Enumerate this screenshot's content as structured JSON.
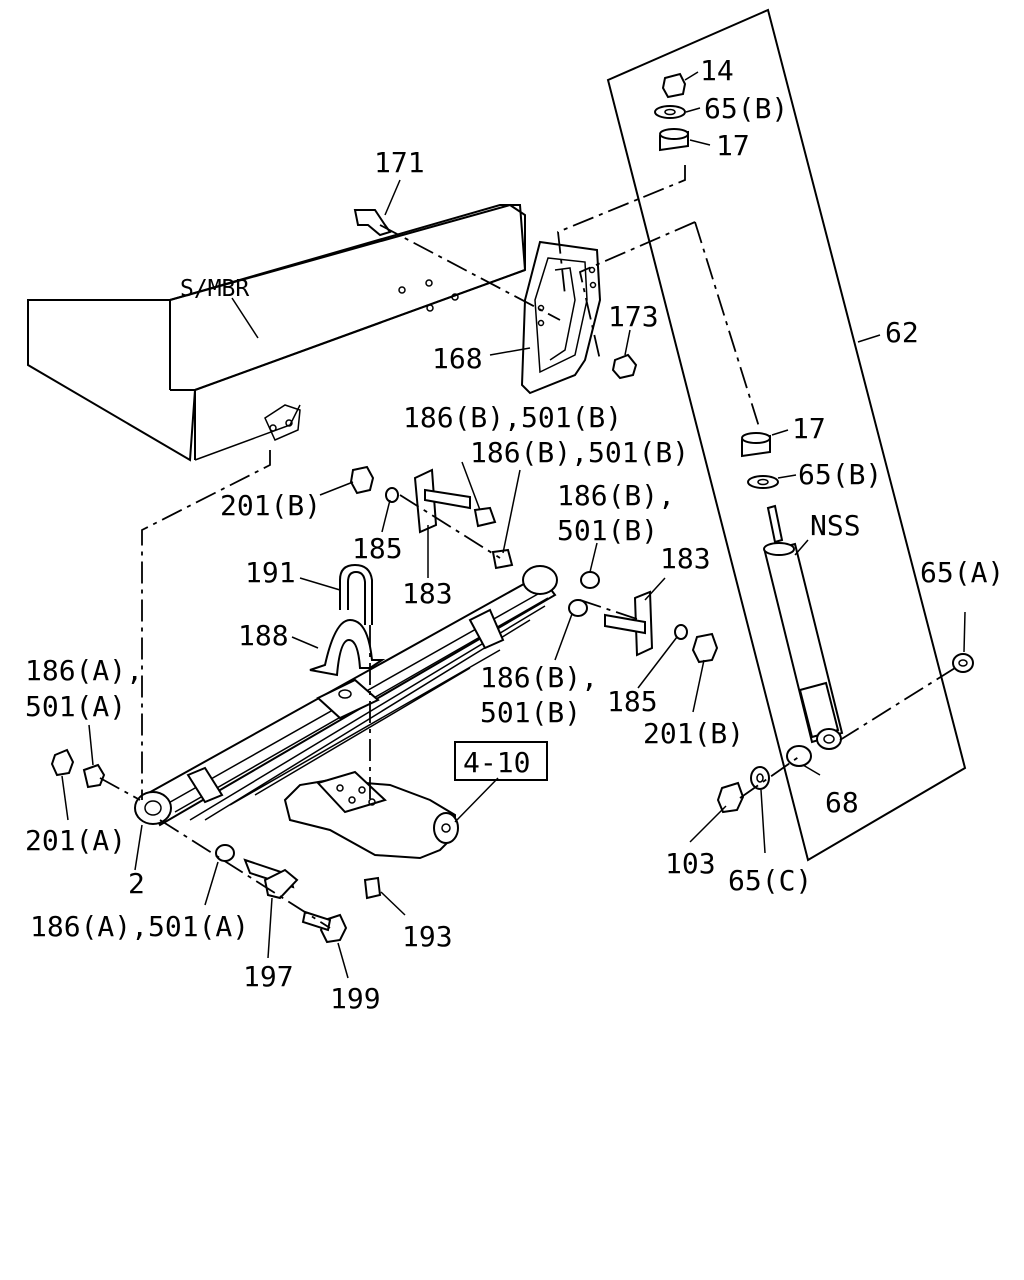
{
  "labels": {
    "p14": "14",
    "p65b_top": "65(B)",
    "p17_top": "17",
    "p171": "171",
    "smbr": "S/MBR",
    "p173": "173",
    "p168": "168",
    "p62": "62",
    "p17_mid": "17",
    "p65b_mid": "65(B)",
    "nss": "NSS",
    "p186b_501b_1": "186(B),501(B)",
    "p186b_501b_2": "186(B),501(B)",
    "p201b_left": "201(B)",
    "p185_left": "185",
    "p183_left": "183",
    "p186b_right_a": "186(B),",
    "p186b_right_b": "501(B)",
    "p183_right": "183",
    "p191": "191",
    "p188": "188",
    "p65a": "65(A)",
    "p186b_low_a": "186(B),",
    "p186b_low_b": "501(B)",
    "p185_right": "185",
    "p201b_right": "201(B)",
    "p186a_a": "186(A),",
    "p186a_b": "501(A)",
    "ref_box": "4-10",
    "p68": "68",
    "p201a": "201(A)",
    "p2": "2",
    "p103": "103",
    "p65c": "65(C)",
    "p186a_501a": "186(A),501(A)",
    "p193": "193",
    "p197": "197",
    "p199": "199"
  }
}
